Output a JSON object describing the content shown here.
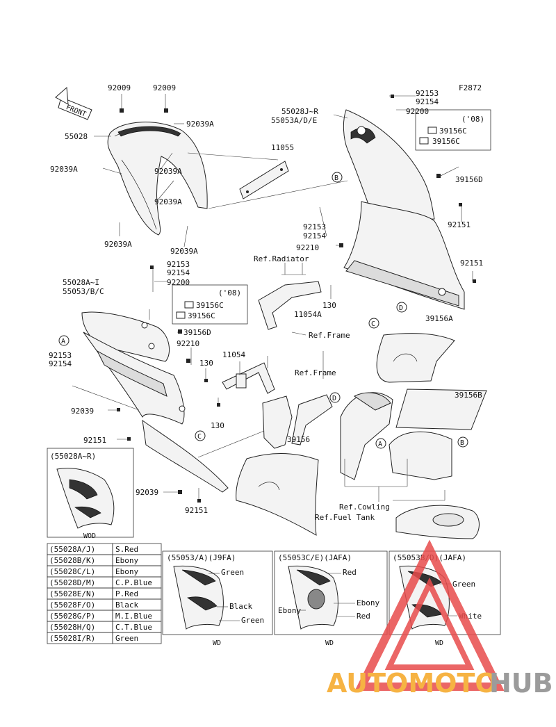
{
  "figure_code": "F2872",
  "front_label": "FRONT",
  "callouts": {
    "p92009_l": "92009",
    "p92009_r": "92009",
    "p55028": "55028",
    "p92039a_1": "92039A",
    "p92039a_2": "92039A",
    "p92039a_3": "92039A",
    "p92039a_4": "92039A",
    "p92039a_5": "92039A",
    "p92039a_6": "92039A",
    "p11055": "11055",
    "p92153_tr": "92153",
    "p92154_tr": "92154",
    "p92200_tr": "92200",
    "p55028jr": "55028J~R",
    "p55053ade": "55053A/D/E",
    "p08_r": "('08)",
    "p39156c_r1": "39156C",
    "p39156c_r2": "39156C",
    "p39156d_r": "39156D",
    "p92151_r1": "92151",
    "p92153_m": "92153",
    "p92154_m": "92154",
    "p92210_m": "92210",
    "p92151_r2": "92151",
    "ref_radiator": "Ref.Radiator",
    "p130_a": "130",
    "p11054a": "11054A",
    "ref_frame_1": "Ref.Frame",
    "p92153_l": "92153",
    "p92154_l": "92154",
    "p92200_l": "92200",
    "p55028ai": "55028A~I",
    "p55053bc": "55053/B/C",
    "p08_l": "('08)",
    "p39156c_l1": "39156C",
    "p39156c_l2": "39156C",
    "p39156d_l": "39156D",
    "p92210_l": "92210",
    "p92153_ll": "92153",
    "p92154_ll": "92154",
    "p130_b": "130",
    "p11054": "11054",
    "p39156a": "39156A",
    "ref_frame_2": "Ref.Frame",
    "p39156b": "39156B",
    "p92039_l": "92039",
    "p130_c": "130",
    "p92151_l": "92151",
    "p39156": "39156",
    "p92039_ll": "92039",
    "p92151_b": "92151",
    "ref_cowling": "Ref.Cowling",
    "ref_fuel_tank": "Ref.Fuel Tank"
  },
  "markers": {
    "a": "A",
    "b": "B",
    "c": "C",
    "d": "D"
  },
  "inset_left": {
    "title": "(55028A~R)",
    "caption": "WOD"
  },
  "color_table": [
    {
      "code": "(55028A/J)",
      "color": "S.Red"
    },
    {
      "code": "(55028B/K)",
      "color": "Ebony"
    },
    {
      "code": "(55028C/L)",
      "color": "Ebony"
    },
    {
      "code": "(55028D/M)",
      "color": "C.P.Blue"
    },
    {
      "code": "(55028E/N)",
      "color": "P.Red"
    },
    {
      "code": "(55028F/O)",
      "color": "Black"
    },
    {
      "code": "(55028G/P)",
      "color": "M.I.Blue"
    },
    {
      "code": "(55028H/Q)",
      "color": "C.T.Blue"
    },
    {
      "code": "(55028I/R)",
      "color": "Green"
    }
  ],
  "variant_boxes": [
    {
      "title": "(55053/A)(J9FA)",
      "labels": [
        "Green",
        "Black",
        "Green"
      ],
      "caption": "WD"
    },
    {
      "title": "(55053C/E)(JAFA)",
      "labels": [
        "Red",
        "Ebony",
        "Ebony",
        "Red"
      ],
      "caption": "WD"
    },
    {
      "title": "(55053B/D)(JAFA)",
      "labels": [
        "Green",
        "White"
      ],
      "caption": "WD"
    }
  ],
  "watermark": {
    "text_a": "AUTOMOTO",
    "text_b": "HUB",
    "color_a": "#f5a623",
    "color_b": "#8a8a8a",
    "triangle_color": "#e84c4c"
  }
}
